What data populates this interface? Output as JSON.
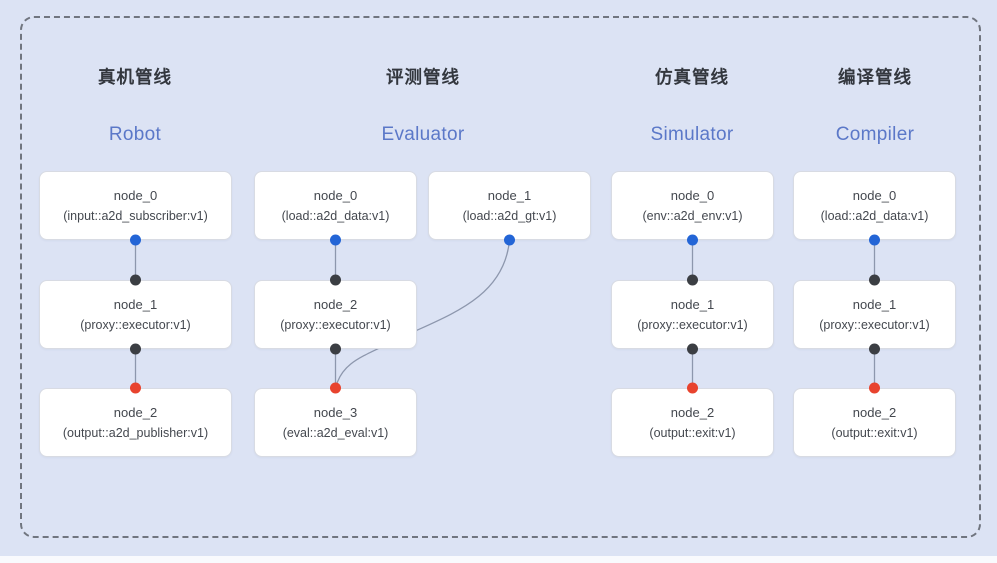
{
  "colors": {
    "page-bg": "#dce3f4",
    "panel-border": "#70757f",
    "box-bg": "#ffffff",
    "box-border": "#d8dbe3",
    "node-text": "#44484f",
    "title-zh": "#33373e",
    "title-en": "#5b78c8",
    "port-blue": "#2365d6",
    "port-dark": "#3b3e43",
    "port-red": "#e8432e",
    "edge": "#8d97ad"
  },
  "pipelines": [
    {
      "title_zh": "真机管线",
      "title_en": "Robot",
      "nodes": [
        {
          "name": "node_0",
          "impl": "(input::a2d_subscriber:v1)"
        },
        {
          "name": "node_1",
          "impl": "(proxy::executor:v1)"
        },
        {
          "name": "node_2",
          "impl": "(output::a2d_publisher:v1)"
        }
      ]
    },
    {
      "title_zh": "评测管线",
      "title_en": "Evaluator",
      "nodes": [
        {
          "name": "node_0",
          "impl": "(load::a2d_data:v1)"
        },
        {
          "name": "node_1",
          "impl": "(load::a2d_gt:v1)"
        },
        {
          "name": "node_2",
          "impl": "(proxy::executor:v1)"
        },
        {
          "name": "node_3",
          "impl": "(eval::a2d_eval:v1)"
        }
      ]
    },
    {
      "title_zh": "仿真管线",
      "title_en": "Simulator",
      "nodes": [
        {
          "name": "node_0",
          "impl": "(env::a2d_env:v1)"
        },
        {
          "name": "node_1",
          "impl": "(proxy::executor:v1)"
        },
        {
          "name": "node_2",
          "impl": "(output::exit:v1)"
        }
      ]
    },
    {
      "title_zh": "编译管线",
      "title_en": "Compiler",
      "nodes": [
        {
          "name": "node_0",
          "impl": "(load::a2d_data:v1)"
        },
        {
          "name": "node_1",
          "impl": "(proxy::executor:v1)"
        },
        {
          "name": "node_2",
          "impl": "(output::exit:v1)"
        }
      ]
    }
  ],
  "edges": [
    {
      "pipeline": "Robot",
      "from": "node_0",
      "to": "node_1"
    },
    {
      "pipeline": "Robot",
      "from": "node_1",
      "to": "node_2"
    },
    {
      "pipeline": "Evaluator",
      "from": "node_0",
      "to": "node_2"
    },
    {
      "pipeline": "Evaluator",
      "from": "node_1",
      "to": "node_3"
    },
    {
      "pipeline": "Evaluator",
      "from": "node_2",
      "to": "node_3"
    },
    {
      "pipeline": "Simulator",
      "from": "node_0",
      "to": "node_1"
    },
    {
      "pipeline": "Simulator",
      "from": "node_1",
      "to": "node_2"
    },
    {
      "pipeline": "Compiler",
      "from": "node_0",
      "to": "node_1"
    },
    {
      "pipeline": "Compiler",
      "from": "node_1",
      "to": "node_2"
    }
  ]
}
